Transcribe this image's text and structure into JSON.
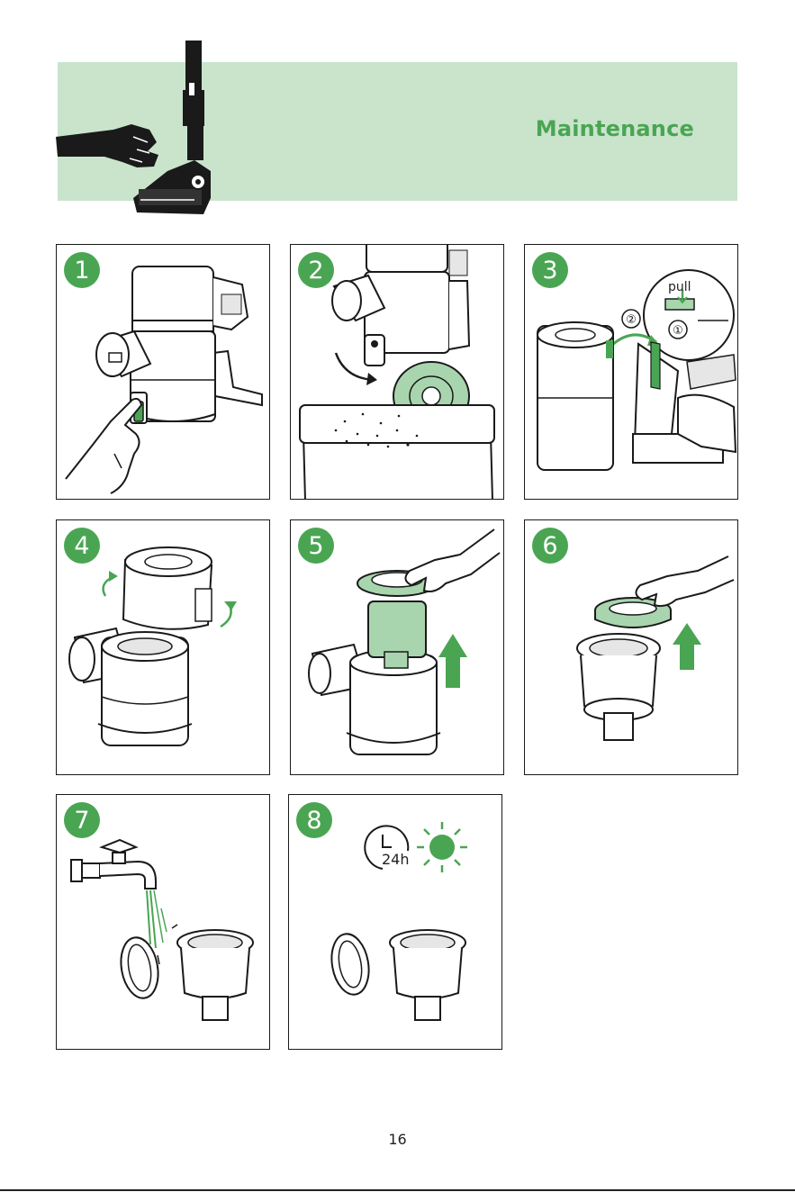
{
  "header": {
    "title": "Maintenance"
  },
  "steps": [
    {
      "number": "1"
    },
    {
      "number": "2"
    },
    {
      "number": "3",
      "pull_label": "pull",
      "order_first": "①",
      "order_second": "②"
    },
    {
      "number": "4"
    },
    {
      "number": "5"
    },
    {
      "number": "6"
    },
    {
      "number": "7"
    },
    {
      "number": "8",
      "duration_label": "24h"
    }
  ],
  "footer": {
    "page_number": "16"
  },
  "colors": {
    "accent": "#4aa553",
    "banner_bg": "#c9e4cb",
    "filter_green": "#a8d5ad",
    "line": "#1a1a1a"
  }
}
